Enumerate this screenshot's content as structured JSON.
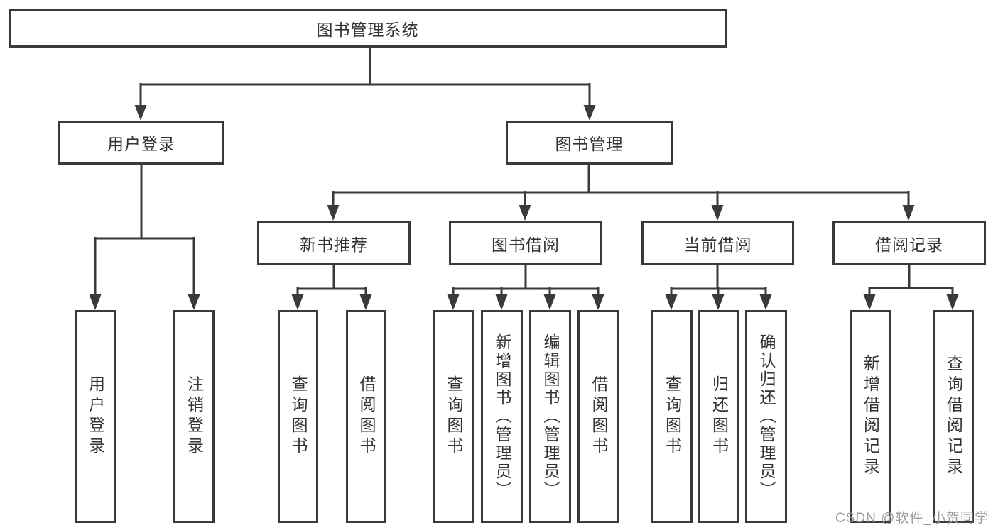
{
  "diagram": {
    "nodes": {
      "root": "图书管理系统",
      "user_login": "用户登录",
      "book_management": "图书管理",
      "new_book_recommend": "新书推荐",
      "book_borrow": "图书借阅",
      "current_borrow": "当前借阅",
      "borrow_record": "借阅记录",
      "login_leaf": "用户登录",
      "logout_leaf": "注销登录",
      "nbr_query": "查询图书",
      "nbr_borrow": "借阅图书",
      "bb_query": "查询图书",
      "bb_add": "新增图书（管理员）",
      "bb_edit": "编辑图书（管理员）",
      "bb_borrow": "借阅图书",
      "cb_query": "查询图书",
      "cb_return": "归还图书",
      "cb_confirm": "确认归还（管理员）",
      "br_add": "新增借阅记录",
      "br_query": "查询借阅记录"
    }
  },
  "watermark": {
    "text": "CSDN @软件_小贺同学"
  },
  "colors": {
    "line": "#3a3a3a",
    "text": "#333333",
    "background": "#ffffff",
    "watermark": "#9b9b9b"
  }
}
